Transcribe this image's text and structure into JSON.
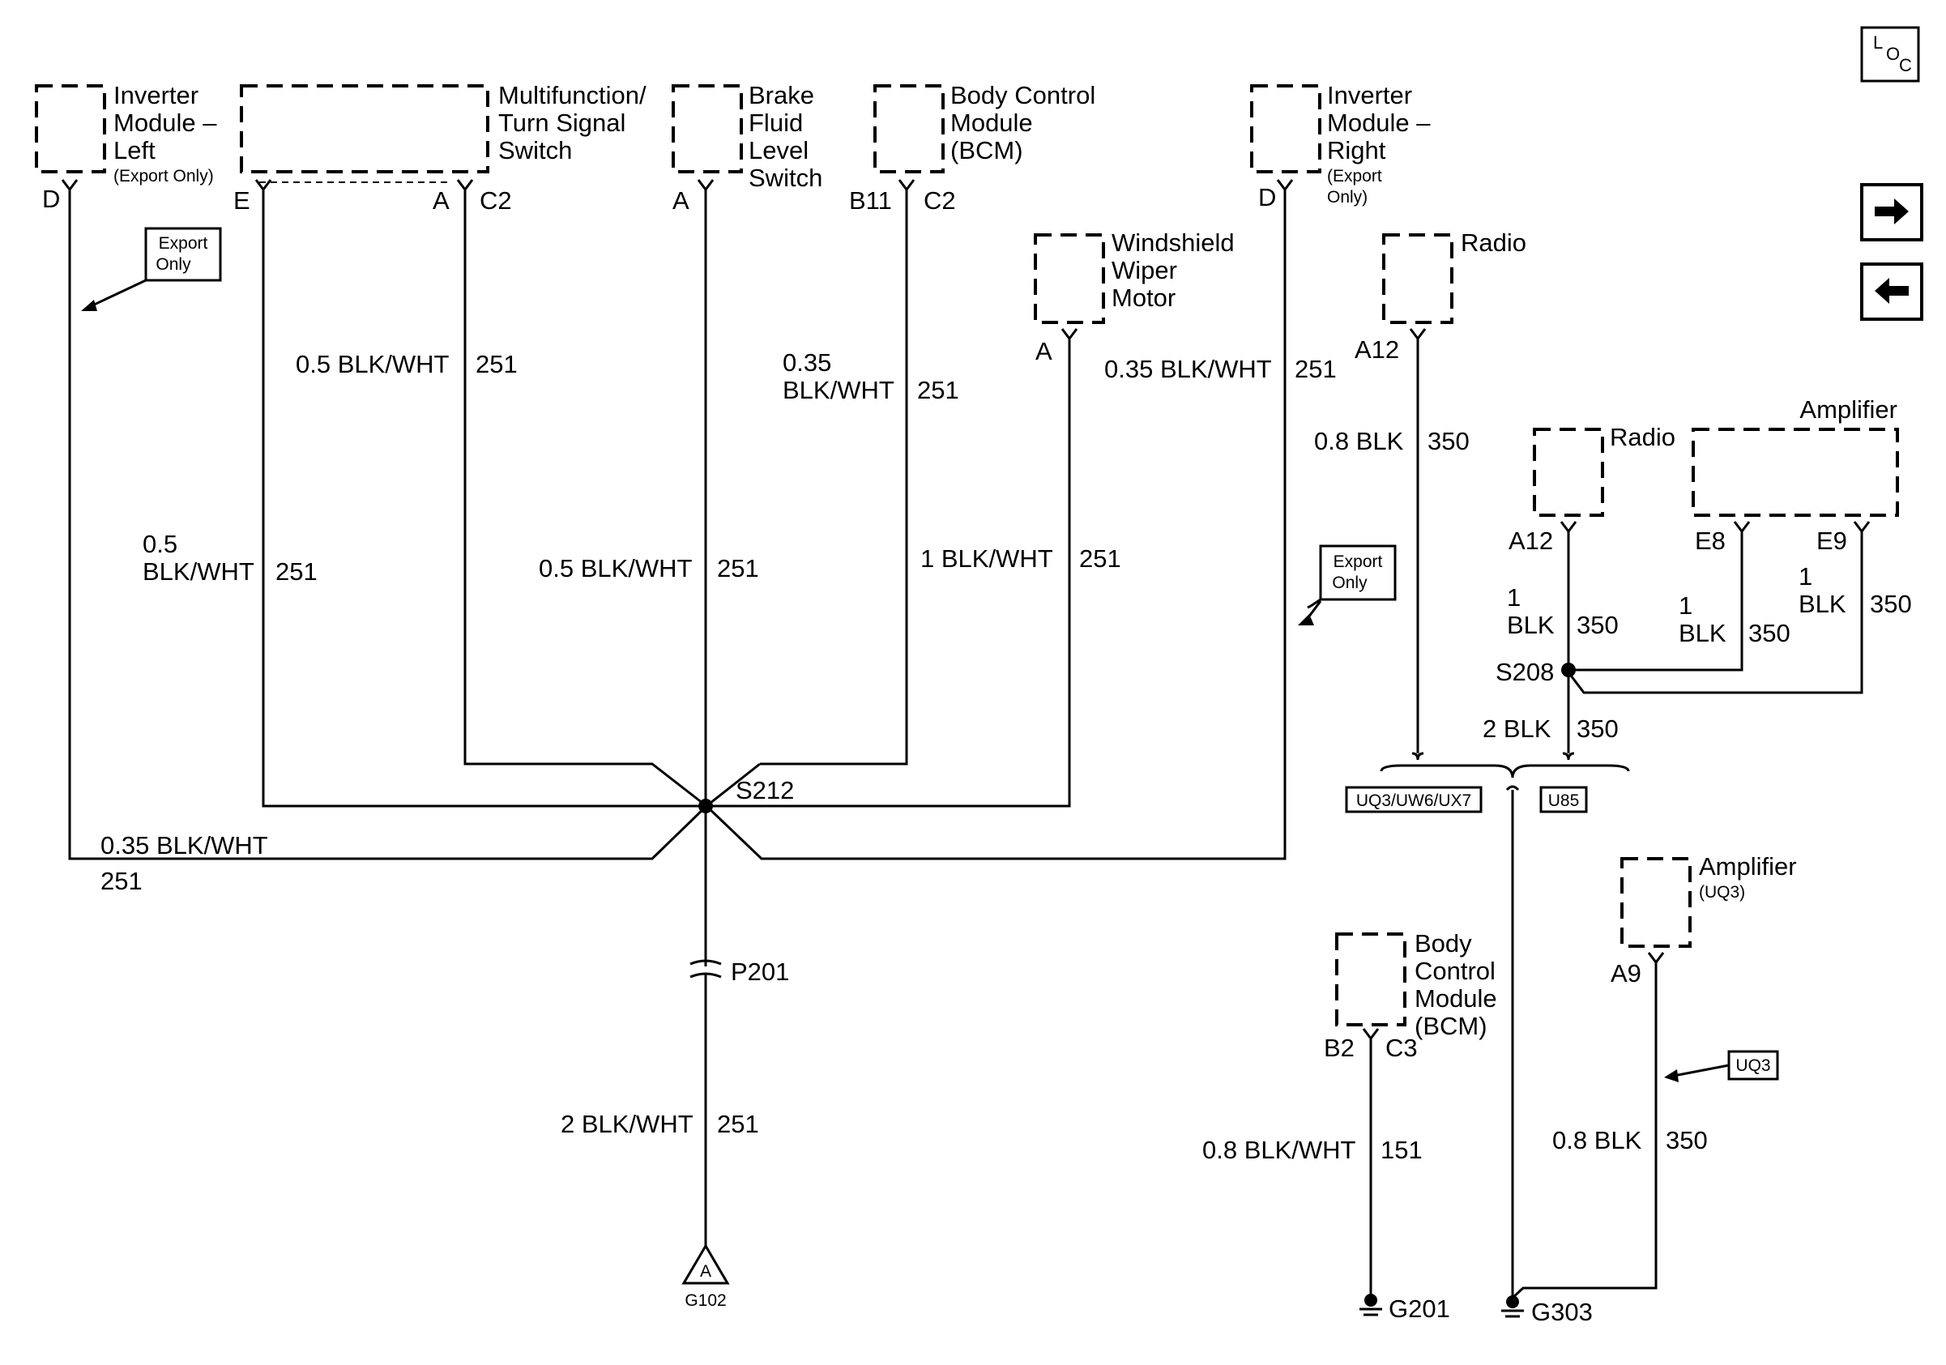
{
  "components": {
    "inverter_left": {
      "lines": [
        "Inverter",
        "Module –",
        "Left"
      ],
      "note": "(Export Only)"
    },
    "multifunction": {
      "lines": [
        "Multifunction/",
        "Turn Signal",
        "Switch"
      ]
    },
    "brake_fluid": {
      "lines": [
        "Brake",
        "Fluid",
        "Level",
        "Switch"
      ]
    },
    "bcm_top": {
      "lines": [
        "Body Control",
        "Module",
        "(BCM)"
      ]
    },
    "inverter_right": {
      "lines": [
        "Inverter",
        "Module –",
        "Right"
      ],
      "note": [
        "(Export",
        "Only)"
      ]
    },
    "wiper": {
      "lines": [
        "Windshield",
        "Wiper",
        "Motor"
      ]
    },
    "radio_top": {
      "lines": [
        "Radio"
      ]
    },
    "radio_mid": {
      "lines": [
        "Radio"
      ]
    },
    "amplifier_mid": {
      "lines": [
        "Amplifier"
      ]
    },
    "amplifier_bottom": {
      "lines": [
        "Amplifier"
      ],
      "note": "(UQ3)"
    },
    "bcm_bottom": {
      "lines": [
        "Body",
        "Control",
        "Module",
        "(BCM)"
      ]
    }
  },
  "pins": {
    "inv_left_d": "D",
    "mf_e": "E",
    "mf_a": "A",
    "mf_c2": "C2",
    "brake_a": "A",
    "bcm_b11": "B11",
    "bcm_c2": "C2",
    "inv_right_d": "D",
    "wiper_a": "A",
    "radio_top_a12": "A12",
    "radio_mid_a12": "A12",
    "amp_e8": "E8",
    "amp_e9": "E9",
    "bcm_b2": "B2",
    "bcm_c3": "C3",
    "amp_a9": "A9"
  },
  "wires": {
    "mf_a": {
      "gauge": "0.5 BLK/WHT",
      "circuit": "251"
    },
    "bcm_c2": {
      "gauge": [
        "0.35",
        "BLK/WHT"
      ],
      "circuit": "251"
    },
    "inv_right": {
      "gauge": "0.35 BLK/WHT",
      "circuit": "251"
    },
    "radio_top": {
      "gauge": "0.8 BLK",
      "circuit": "350"
    },
    "mf_e": {
      "gauge": [
        "0.5",
        "BLK/WHT"
      ],
      "circuit": "251"
    },
    "brake": {
      "gauge": "0.5 BLK/WHT",
      "circuit": "251"
    },
    "wiper": {
      "gauge": "1 BLK/WHT",
      "circuit": "251"
    },
    "radio_mid": {
      "gauge": [
        "1",
        "BLK"
      ],
      "circuit": "350"
    },
    "amp_e8": {
      "gauge": [
        "1",
        "BLK"
      ],
      "circuit": "350"
    },
    "amp_e9": {
      "gauge": [
        "1",
        "BLK"
      ],
      "circuit": "350"
    },
    "s208_down": {
      "gauge": "2 BLK",
      "circuit": "350"
    },
    "inv_left": {
      "gauge": "0.35 BLK/WHT",
      "circuit": "251"
    },
    "main_ground": {
      "gauge": "2 BLK/WHT",
      "circuit": "251"
    },
    "bcm_ground": {
      "gauge": "0.8 BLK/WHT",
      "circuit": "151"
    },
    "amp_ground": {
      "gauge": "0.8 BLK",
      "circuit": "350"
    }
  },
  "splices": {
    "s212": "S212",
    "s208": "S208",
    "p201": "P201"
  },
  "grounds": {
    "g102": "G102",
    "g102_letter": "A",
    "g201": "G201",
    "g303": "G303"
  },
  "options": {
    "export_left": [
      "Export",
      "Only"
    ],
    "export_right": [
      "Export",
      "Only"
    ],
    "uq3_uw6_ux7": "UQ3/UW6/UX7",
    "u85": "U85",
    "uq3": "UQ3"
  },
  "nav": {
    "loc": {
      "l": "L",
      "o": "O",
      "c": "C"
    },
    "next_icon": "right-arrow-icon",
    "prev_icon": "left-arrow-icon"
  }
}
